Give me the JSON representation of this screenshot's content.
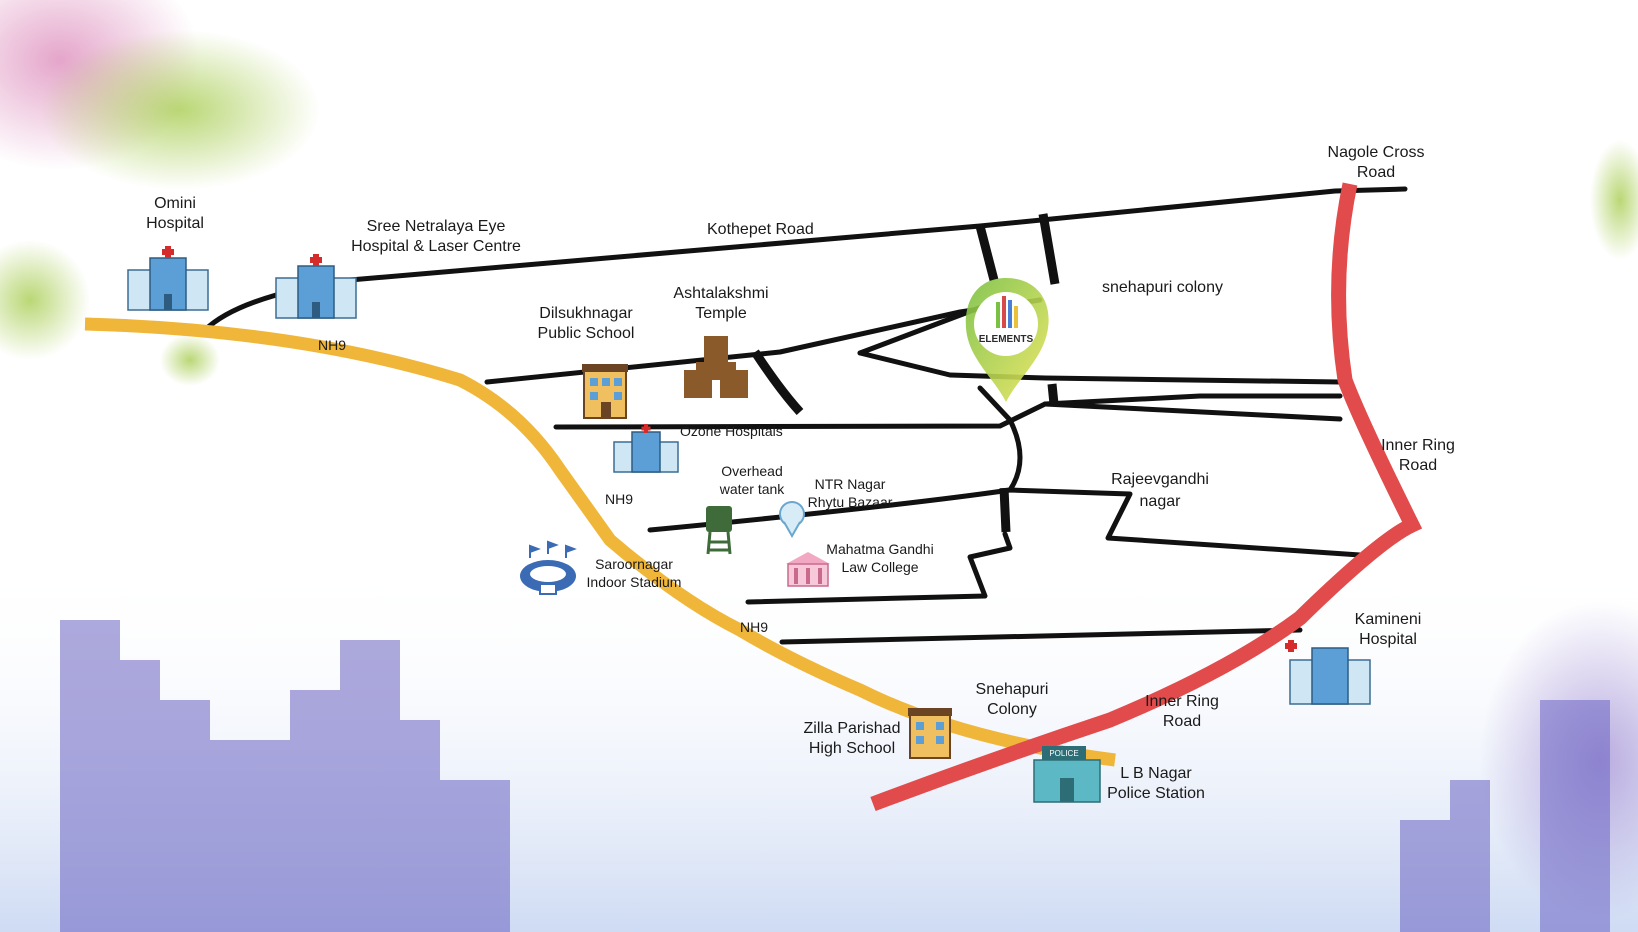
{
  "map": {
    "roads": {
      "kothepet": "Kothepet Road",
      "nh9_a": "NH9",
      "nh9_b": "NH9",
      "nh9_c": "NH9",
      "inner_ring_a": [
        "Inner Ring",
        "Road"
      ],
      "inner_ring_b": [
        "Inner Ring",
        "Road"
      ],
      "nagole": [
        "Nagole Cross",
        "Road"
      ]
    },
    "places": {
      "omini": [
        "Omini",
        "Hospital"
      ],
      "sree_netralaya": [
        "Sree Netralaya Eye",
        "Hospital & Laser Centre"
      ],
      "dilsukhnagar": [
        "Dilsukhnagar",
        "Public School"
      ],
      "ashtalakshmi": [
        "Ashtalakshmi",
        "Temple"
      ],
      "ozone": "Ozone Hospitals",
      "overhead": [
        "Overhead",
        "water tank"
      ],
      "ntr": [
        "NTR Nagar",
        "Rhytu Bazaar"
      ],
      "mahatma": [
        "Mahatma Gandhi",
        "Law College"
      ],
      "saroornagar": [
        "Saroornagar",
        "Indoor Stadium"
      ],
      "zilla": [
        "Zilla Parishad",
        "High School"
      ],
      "snehapuri_colony_lower": [
        "Snehapuri",
        "Colony"
      ],
      "lb_nagar": [
        "L B Nagar",
        "Police Station"
      ],
      "kamineni": [
        "Kamineni",
        "Hospital"
      ],
      "rajeevgandhi": [
        "Rajeevgandhi",
        "nagar"
      ],
      "snehapuri_colony_upper": "snehapuri colony"
    },
    "pin_logo": "ELEMENTS",
    "police_sign": "POLICE",
    "colors": {
      "nh9": "#f0b63a",
      "inner_ring": "#e24b4b",
      "road": "#111111",
      "hospital": "#5b9fd6",
      "pin_green": "#7ac043",
      "pin_yellow": "#e9e45a"
    }
  }
}
